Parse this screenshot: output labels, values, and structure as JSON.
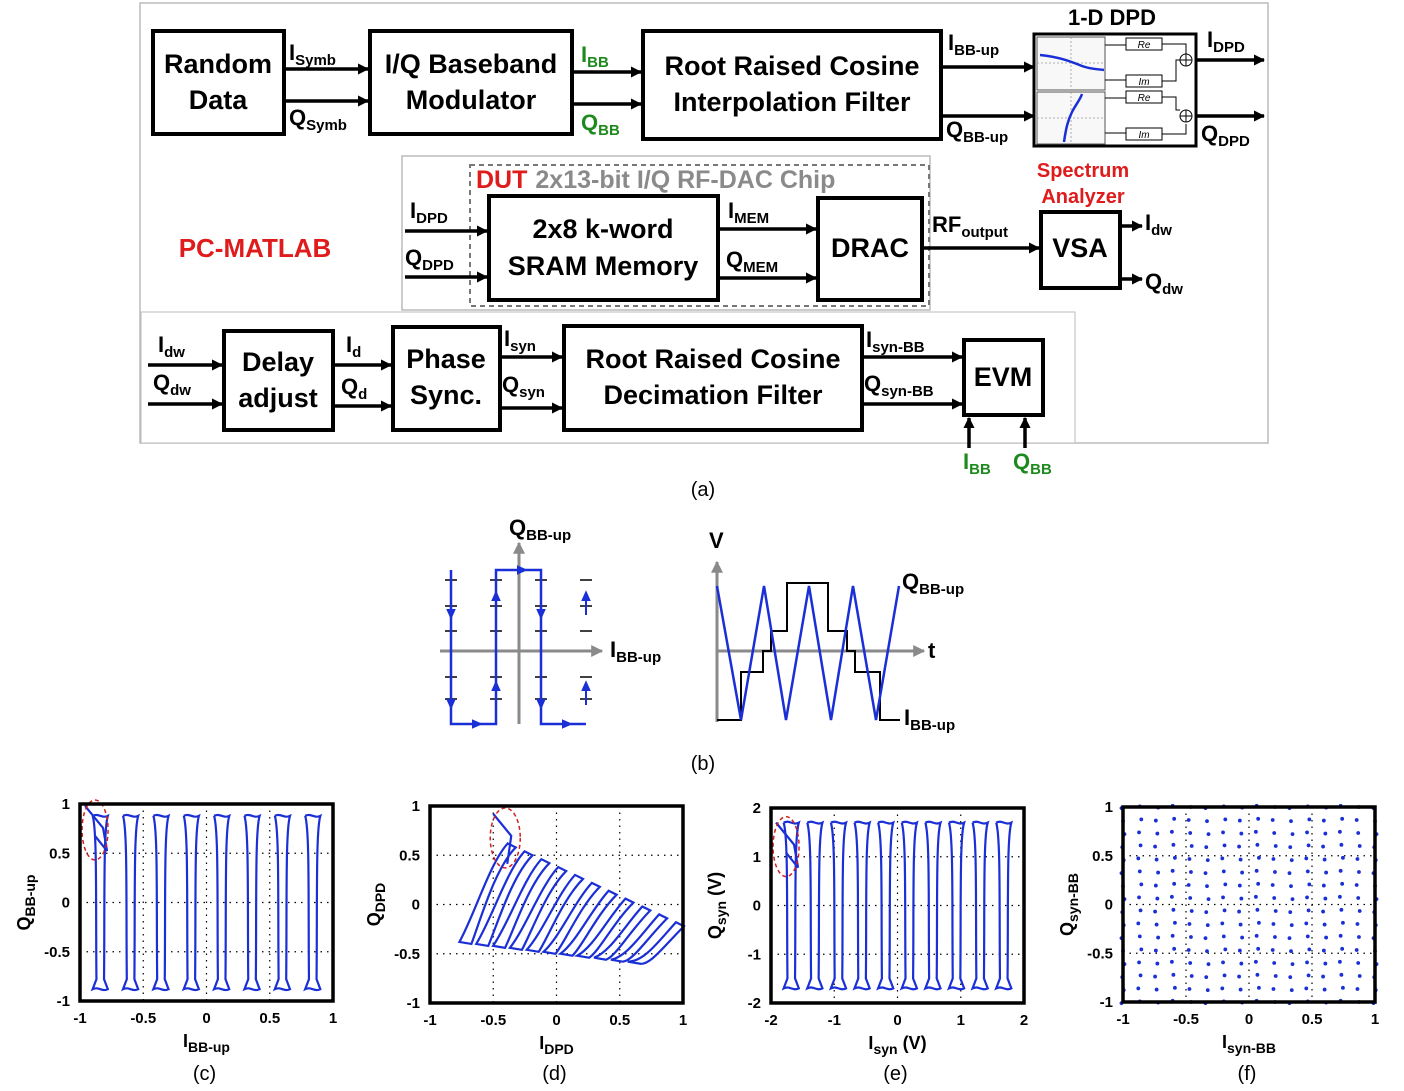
{
  "panel_a": {
    "caption": "(a)",
    "pc_label": "PC-MATLAB",
    "random_data": [
      "Random",
      "Data"
    ],
    "iq_mod": [
      "I/Q Baseband",
      "Modulator"
    ],
    "rrc_interp": [
      "Root Raised Cosine",
      "Interpolation Filter"
    ],
    "dpd_title": "1-D DPD",
    "dpd_ops": [
      "Re",
      "Im",
      "Re",
      "Im"
    ],
    "dut_word": "DUT",
    "dut_chip": "2x13-bit I/Q RF-DAC Chip",
    "sram": [
      "2x8 k-word",
      "SRAM Memory"
    ],
    "drac": "DRAC",
    "spectrum": [
      "Spectrum",
      "Analyzer"
    ],
    "vsa": "VSA",
    "delay": [
      "Delay",
      "adjust"
    ],
    "phase": [
      "Phase",
      "Sync."
    ],
    "rrc_dec": [
      "Root Raised Cosine",
      "Decimation Filter"
    ],
    "evm": "EVM",
    "signals": {
      "i_symb": {
        "m": "I",
        "s": "Symb"
      },
      "q_symb": {
        "m": "Q",
        "s": "Symb"
      },
      "i_bb": {
        "m": "I",
        "s": "BB"
      },
      "q_bb": {
        "m": "Q",
        "s": "BB"
      },
      "i_bb_up": {
        "m": "I",
        "s": "BB-up"
      },
      "q_bb_up": {
        "m": "Q",
        "s": "BB-up"
      },
      "i_dpd_out": {
        "m": "I",
        "s": "DPD"
      },
      "q_dpd_out": {
        "m": "Q",
        "s": "DPD"
      },
      "i_dpd_in": {
        "m": "I",
        "s": "DPD"
      },
      "q_dpd_in": {
        "m": "Q",
        "s": "DPD"
      },
      "i_mem": {
        "m": "I",
        "s": "MEM"
      },
      "q_mem": {
        "m": "Q",
        "s": "MEM"
      },
      "rf_out": {
        "m": "RF",
        "s": "output"
      },
      "i_dw": {
        "m": "I",
        "s": "dw"
      },
      "q_dw": {
        "m": "Q",
        "s": "dw"
      },
      "i_dw_in": {
        "m": "I",
        "s": "dw"
      },
      "q_dw_in": {
        "m": "Q",
        "s": "dw"
      },
      "i_d": {
        "m": "I",
        "s": "d"
      },
      "q_d": {
        "m": "Q",
        "s": "d"
      },
      "i_syn": {
        "m": "I",
        "s": "syn"
      },
      "q_syn": {
        "m": "Q",
        "s": "syn"
      },
      "i_syn_bb": {
        "m": "I",
        "s": "syn-BB"
      },
      "q_syn_bb": {
        "m": "Q",
        "s": "syn-BB"
      },
      "i_bb_ref": {
        "m": "I",
        "s": "BB"
      },
      "q_bb_ref": {
        "m": "Q",
        "s": "BB"
      }
    }
  },
  "panel_b": {
    "caption": "(b)",
    "left_y": {
      "m": "Q",
      "s": "BB-up"
    },
    "left_x": {
      "m": "I",
      "s": "BB-up"
    },
    "right_v": "V",
    "right_t": "t",
    "right_q": {
      "m": "Q",
      "s": "BB-up"
    },
    "right_i": {
      "m": "I",
      "s": "BB-up"
    }
  },
  "plots": [
    {
      "caption": "(c)",
      "xlabel": {
        "m": "I",
        "s": "BB-up",
        "u": ""
      },
      "ylabel": {
        "m": "Q",
        "s": "BB-up",
        "u": ""
      },
      "xticks": [
        "-1",
        "-0.5",
        "0",
        "0.5",
        "1"
      ],
      "yticks": [
        "1",
        "0.5",
        "0",
        "-0.5",
        "-1"
      ]
    },
    {
      "caption": "(d)",
      "xlabel": {
        "m": "I",
        "s": "DPD",
        "u": ""
      },
      "ylabel": {
        "m": "Q",
        "s": "DPD",
        "u": ""
      },
      "xticks": [
        "-1",
        "-0.5",
        "0",
        "0.5",
        "1"
      ],
      "yticks": [
        "1",
        "0.5",
        "0",
        "-0.5",
        "-1"
      ]
    },
    {
      "caption": "(e)",
      "xlabel": {
        "m": "I",
        "s": "syn",
        "u": " (V)"
      },
      "ylabel": {
        "m": "Q",
        "s": "syn",
        "u": " (V)"
      },
      "xticks": [
        "-2",
        "-1",
        "0",
        "1",
        "2"
      ],
      "yticks": [
        "2",
        "1",
        "0",
        "-1",
        "-2"
      ]
    },
    {
      "caption": "(f)",
      "xlabel": {
        "m": "I",
        "s": "syn-BB",
        "u": ""
      },
      "ylabel": {
        "m": "Q",
        "s": "syn-BB",
        "u": ""
      },
      "xticks": [
        "-1",
        "-0.5",
        "0",
        "0.5",
        "1"
      ],
      "yticks": [
        "1",
        "0.5",
        "0",
        "-0.5",
        "-1"
      ]
    }
  ],
  "colors": {
    "trace": "#1a2fd6",
    "red_label": "#e01b1b",
    "green_label": "#1e8a1e",
    "gray_label": "#8a8a8a"
  }
}
